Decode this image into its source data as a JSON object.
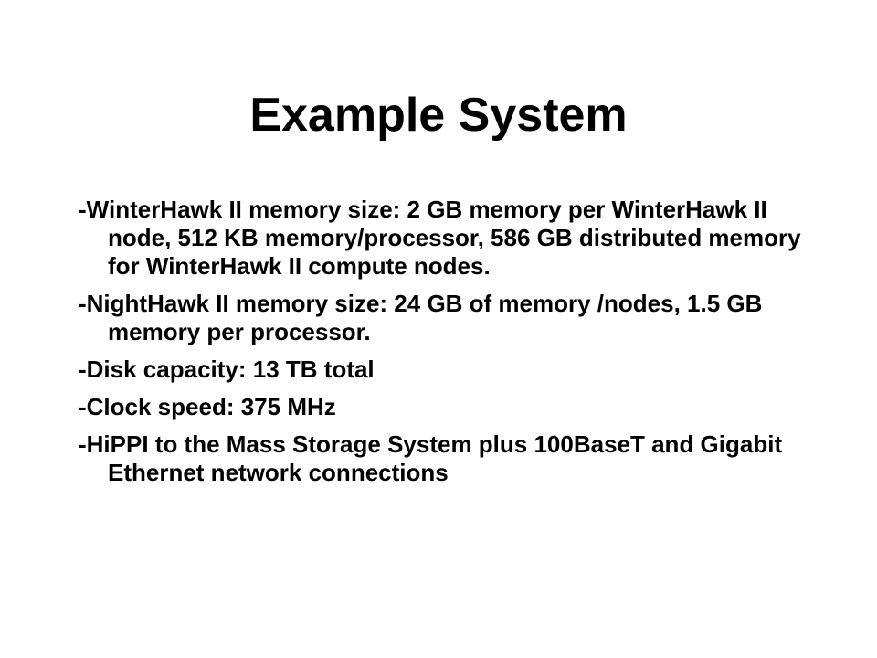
{
  "slide": {
    "title": "Example System",
    "bullets": [
      "-WinterHawk II memory size: 2 GB memory per WinterHawk II node, 512 KB memory/processor, 586 GB distributed memory for WinterHawk II compute nodes.",
      "-NightHawk II memory size: 24 GB of memory /nodes, 1.5 GB memory per processor.",
      "-Disk capacity: 13 TB total",
      "-Clock speed: 375 MHz",
      "-HiPPI to the Mass Storage System plus 100BaseT and Gigabit Ethernet network connections"
    ]
  }
}
